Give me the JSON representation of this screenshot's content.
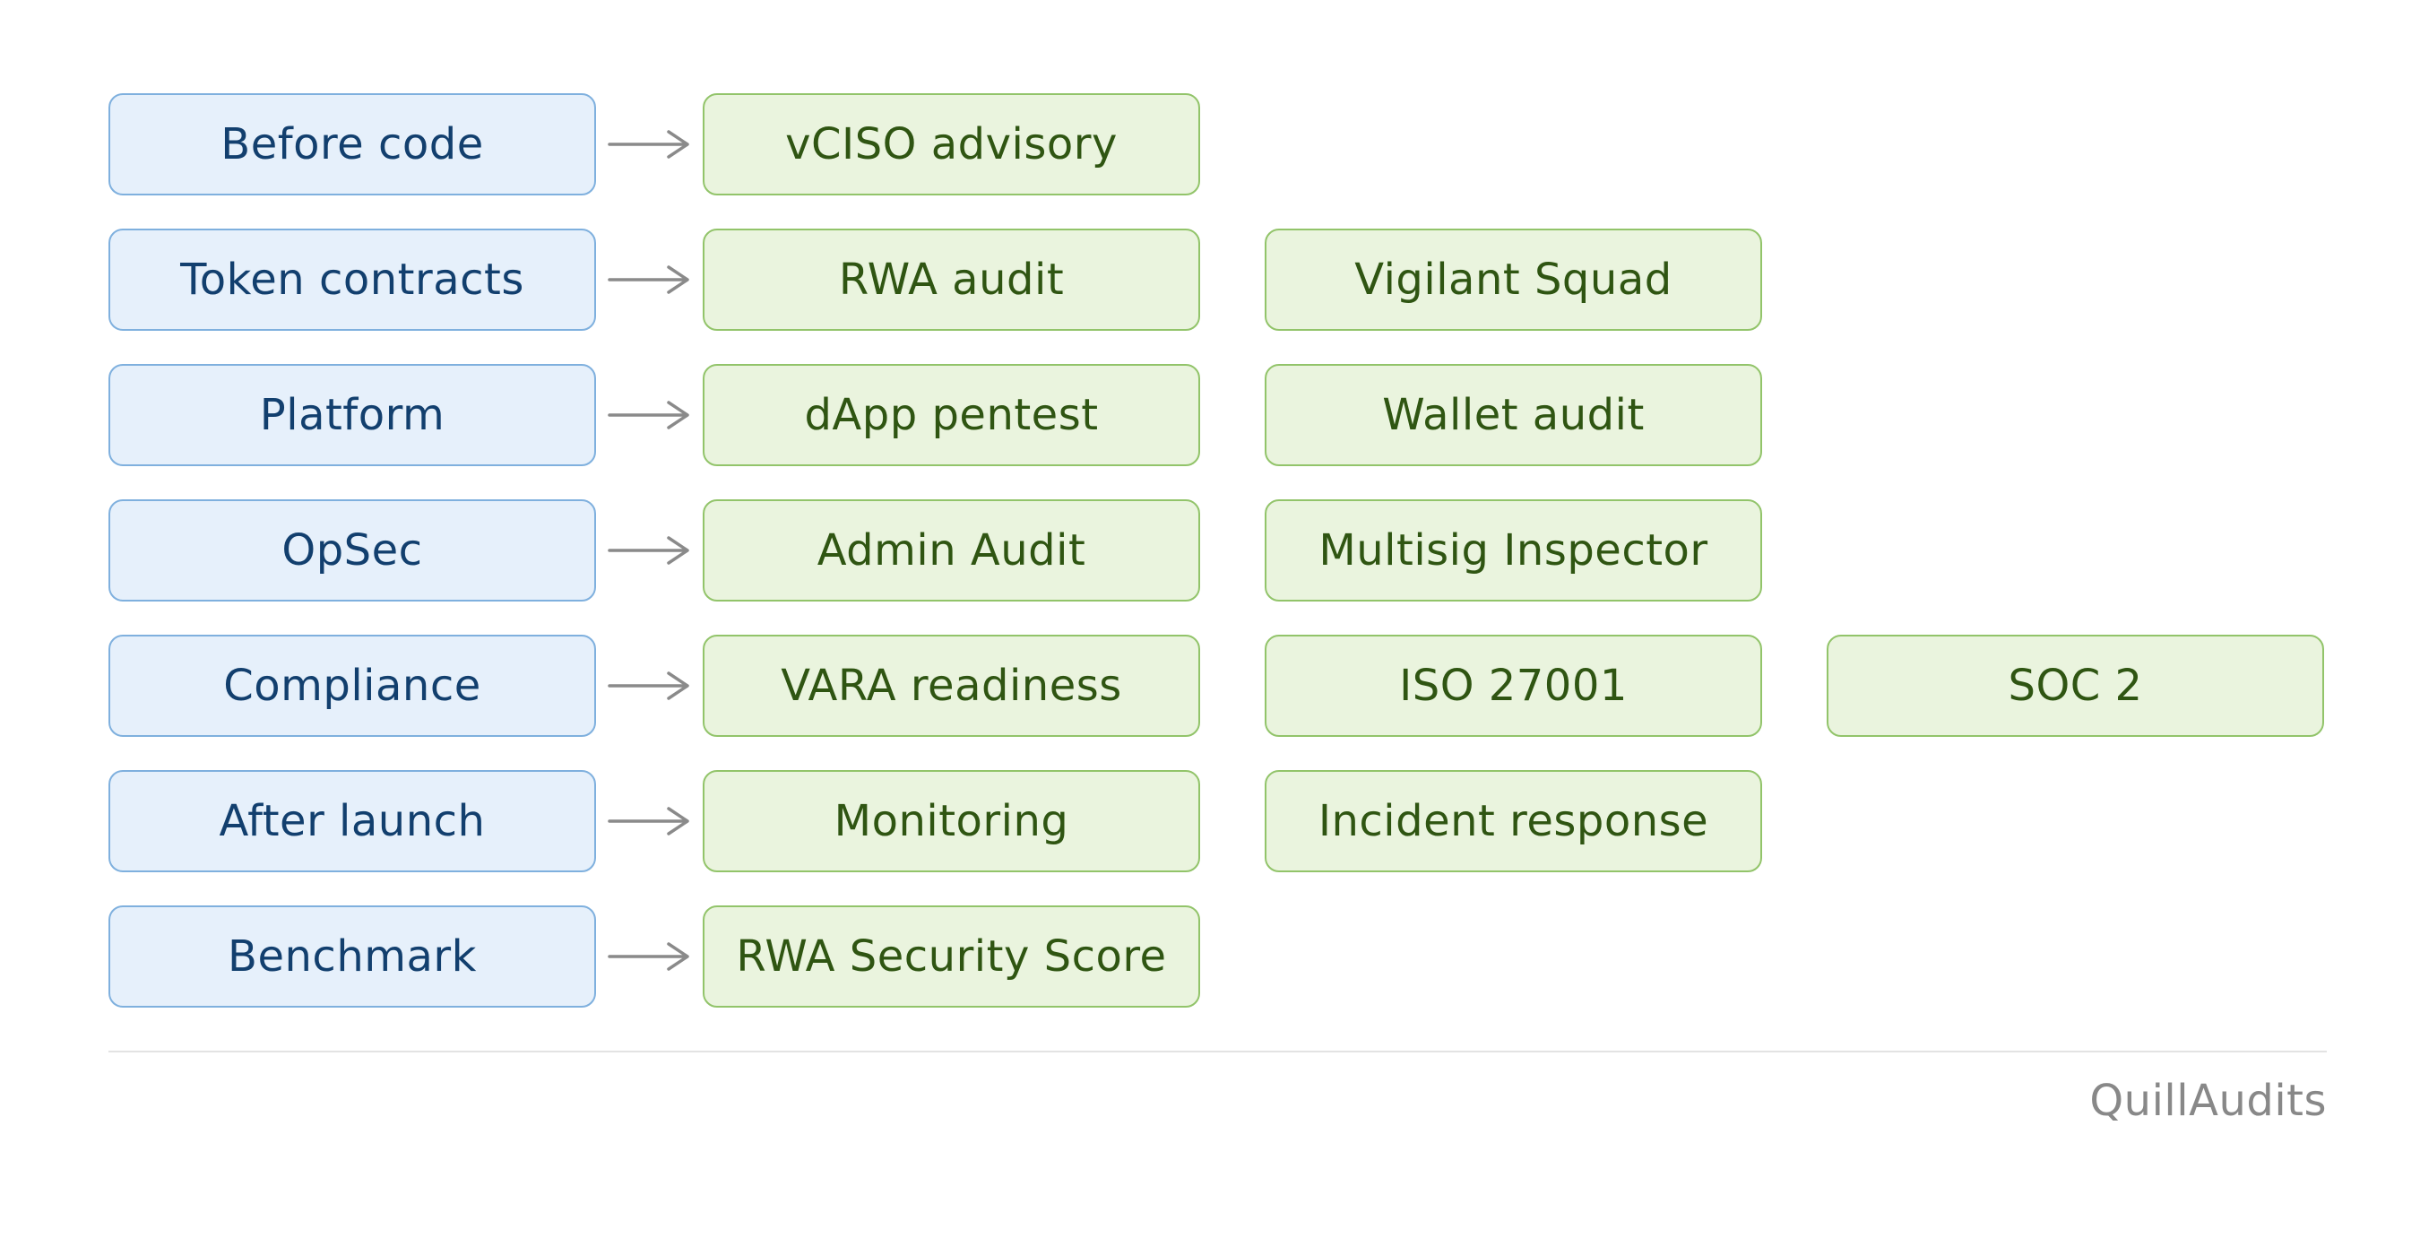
{
  "rows": [
    {
      "stage": "Before code",
      "services": [
        "vCISO advisory"
      ]
    },
    {
      "stage": "Token contracts",
      "services": [
        "RWA audit",
        "Vigilant Squad"
      ]
    },
    {
      "stage": "Platform",
      "services": [
        "dApp pentest",
        "Wallet audit"
      ]
    },
    {
      "stage": "OpSec",
      "services": [
        "Admin Audit",
        "Multisig Inspector"
      ]
    },
    {
      "stage": "Compliance",
      "services": [
        "VARA readiness",
        "ISO 27001",
        "SOC 2"
      ]
    },
    {
      "stage": "After launch",
      "services": [
        "Monitoring",
        "Incident response"
      ]
    },
    {
      "stage": "Benchmark",
      "services": [
        "RWA Security Score"
      ]
    }
  ],
  "brand": "QuillAudits",
  "colors": {
    "stage_fill": "#e6f0fb",
    "stage_border": "#7fb0de",
    "stage_text": "#123f6e",
    "service_fill": "#eaf4de",
    "service_border": "#92c46a",
    "service_text": "#2f5512",
    "arrow": "#8a8a8a",
    "brand_text": "#888888"
  }
}
